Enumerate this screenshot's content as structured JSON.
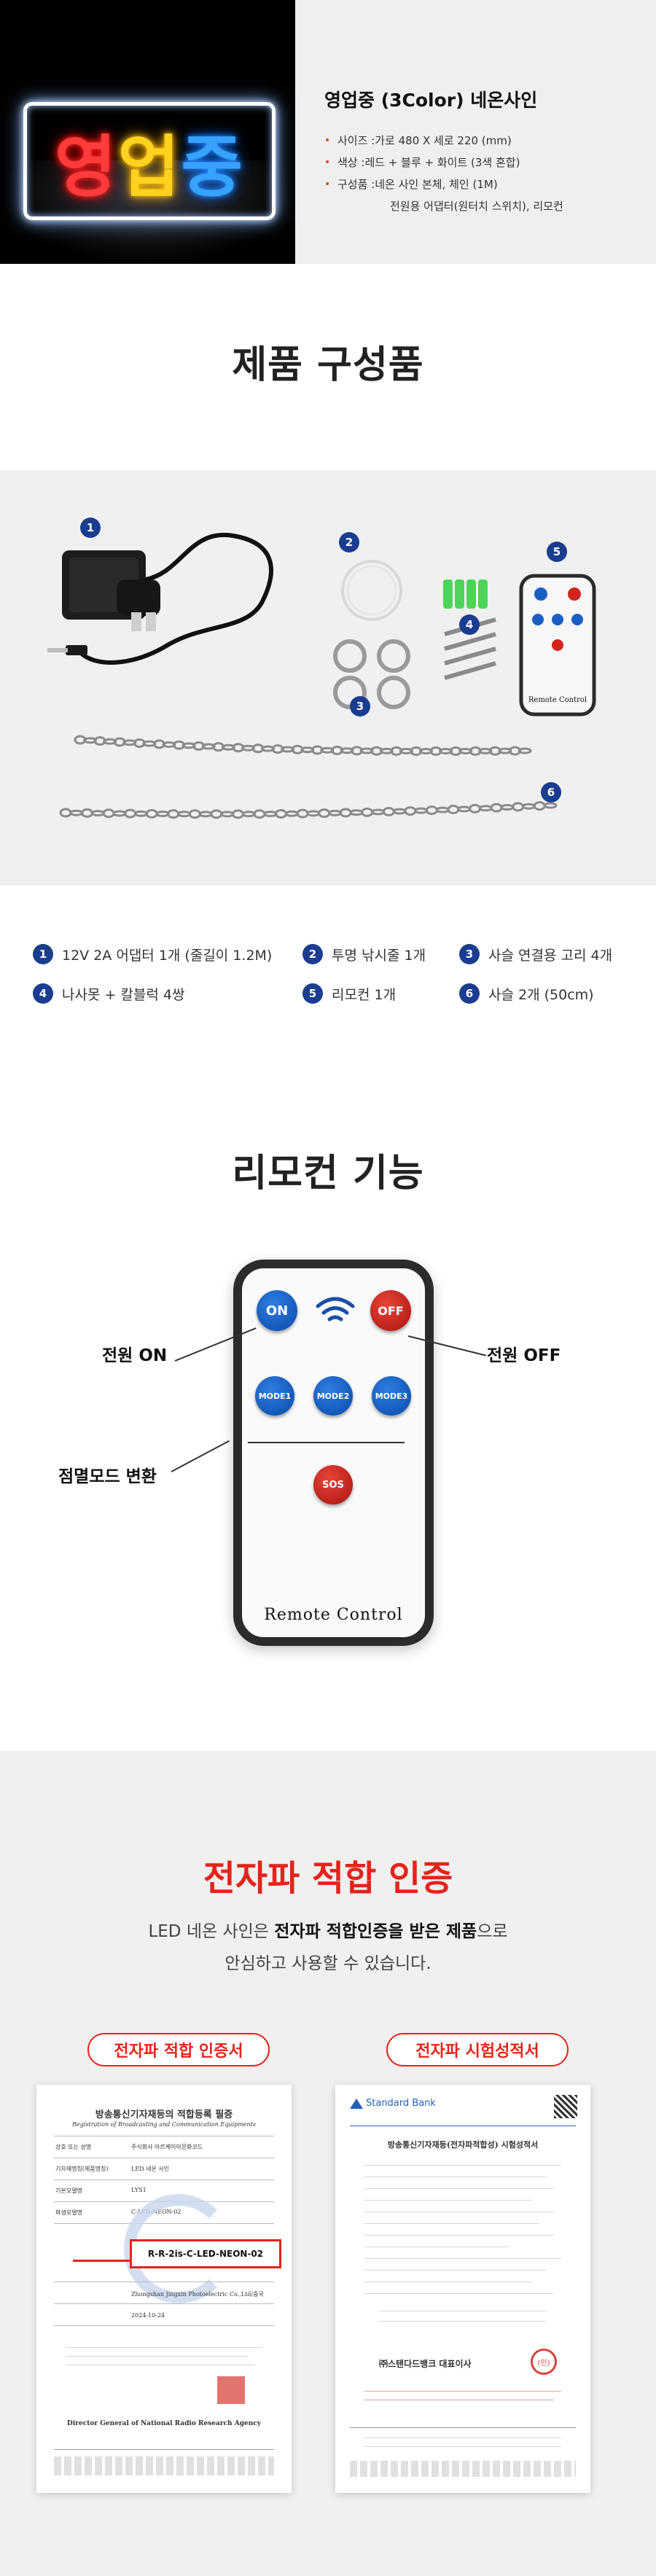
{
  "header": {
    "neon_sign_text": [
      "영",
      "업",
      "중"
    ],
    "title": "영업중 (3Color) 네온사인",
    "specs": [
      {
        "key": "사이즈 : ",
        "value": "가로 480 X 세로 220 (mm)"
      },
      {
        "key": "색상 : ",
        "value": "레드 + 블루 + 화이트 (3색 혼합)"
      },
      {
        "key": "구성품 : ",
        "value": "네온 사인 본체, 체인 (1M)"
      }
    ],
    "spec_continuation": "전원용 어댑터(원터치 스위치), 리모컨"
  },
  "components": {
    "title": "제품 구성품",
    "photo_markers": [
      "1",
      "2",
      "3",
      "4",
      "5",
      "6"
    ],
    "remote_mini_label": "Remote Control",
    "items": [
      {
        "num": "1",
        "label": "12V 2A 어댑터 1개 (줄길이 1.2M)"
      },
      {
        "num": "2",
        "label": "투명 낚시줄 1개"
      },
      {
        "num": "3",
        "label": "사슬 연결용 고리 4개"
      },
      {
        "num": "4",
        "label": "나사못 + 칼블럭 4쌍"
      },
      {
        "num": "5",
        "label": "리모컨 1개"
      },
      {
        "num": "6",
        "label": "사슬 2개 (50cm)"
      }
    ]
  },
  "remote": {
    "title": "리모컨 기능",
    "on_label": "ON",
    "off_label": "OFF",
    "mode_labels": [
      "MODE1",
      "MODE2",
      "MODE3"
    ],
    "sos_label": "SOS",
    "device_label": "Remote Control",
    "callouts": {
      "power_on": "전원 ON",
      "power_off": "전원 OFF",
      "blink_mode": "점멸모드 변환"
    }
  },
  "cert": {
    "title": "전자파 적합 인증",
    "desc_line1_pre": "LED 네온 사인은 ",
    "desc_line1_bold": "전자파 적합인증을 받은 제품",
    "desc_line1_post": "으로",
    "desc_line2": "안심하고 사용할 수 있습니다.",
    "pill_left": "전자파 적합 인증서",
    "pill_right": "전자파 시험성적서",
    "doc_left": {
      "heading": "방송통신기자재등의 적합등록 필증",
      "subheading": "Registration of Broadcasting and Communication Equipments",
      "rows": [
        {
          "label": "상호 또는 성명",
          "value": "주식회사 아르케이아문화코드"
        },
        {
          "label": "기자재명칭(제품명칭)",
          "value": "LED 네온 사인"
        },
        {
          "label": "기본모델명",
          "value": "LYS1"
        },
        {
          "label": "파생모델명",
          "value": "C-LED-NEON-02"
        }
      ],
      "reg_number": "R-R-2is-C-LED-NEON-02",
      "manufacturer": "Zhongshan Jingxin Photoelectric Co.,Ltd/중국",
      "date": "2024-10-24",
      "footer": "Director General of National Radio Research Agency"
    },
    "doc_right": {
      "brand": "Standard Bank",
      "heading": "방송통신기자재등(전자파적합성) 시험성적서",
      "company": "㈜스탠다드뱅크 대표이사",
      "seal": "(인)"
    }
  }
}
